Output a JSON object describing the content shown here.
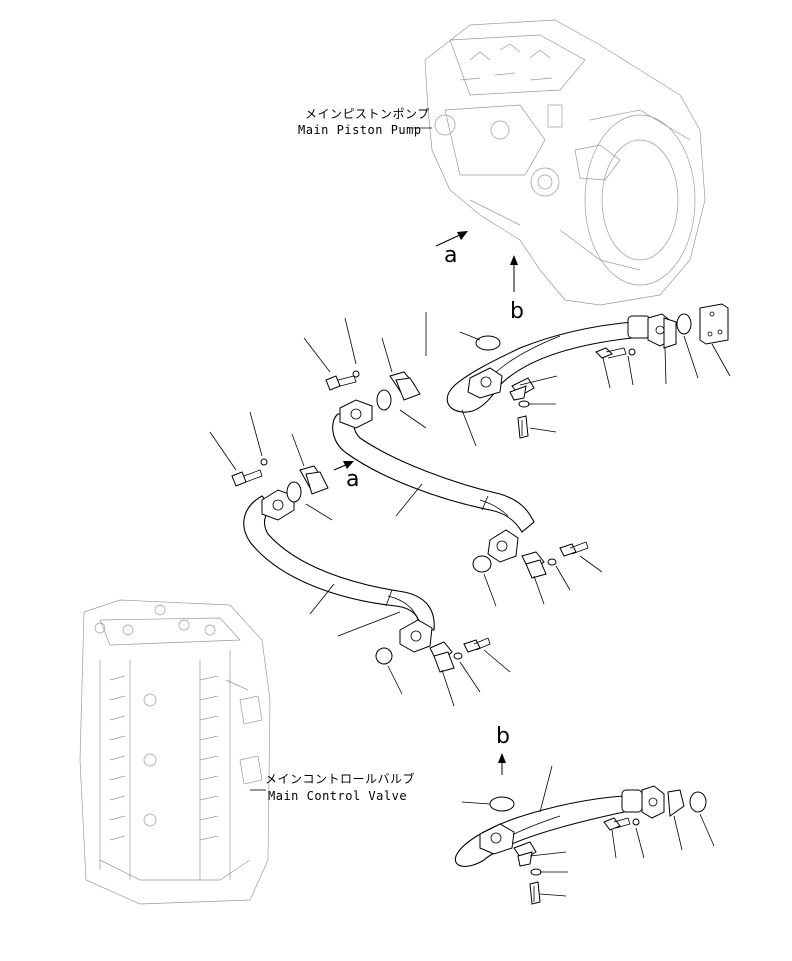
{
  "labels": {
    "pump_jp": "メインピストンポンプ",
    "pump_en": "Main Piston Pump",
    "valve_jp": "メインコントロールバルブ",
    "valve_en": "Main Control Valve"
  },
  "view_markers": {
    "a_top": "a",
    "b_top": "b",
    "a_mid": "a",
    "b_bottom": "b"
  }
}
